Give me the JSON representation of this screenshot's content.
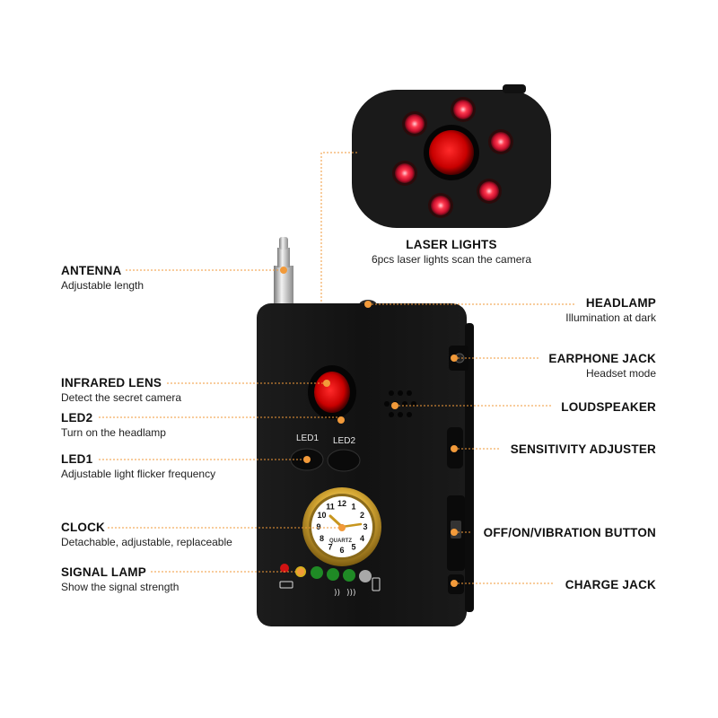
{
  "accent_color": "#f29a3a",
  "device_color": "#161616",
  "callouts": {
    "laser_lights": {
      "title": "LASER LIGHTS",
      "sub": "6pcs laser lights scan the camera"
    },
    "antenna": {
      "title": "ANTENNA",
      "sub": "Adjustable length"
    },
    "infrared_lens": {
      "title": "INFRARED LENS",
      "sub": "Detect the secret camera"
    },
    "led2": {
      "title": "LED2",
      "sub": "Turn on the headlamp"
    },
    "led1": {
      "title": "LED1",
      "sub": "Adjustable light flicker frequency"
    },
    "clock": {
      "title": "CLOCK",
      "sub": "Detachable, adjustable, replaceable"
    },
    "signal_lamp": {
      "title": "SIGNAL LAMP",
      "sub": "Show the signal strength"
    },
    "headlamp": {
      "title": "HEADLAMP",
      "sub": "Illumination at dark"
    },
    "earphone_jack": {
      "title": "EARPHONE JACK",
      "sub": "Headset mode"
    },
    "loudspeaker": {
      "title": "LOUDSPEAKER",
      "sub": ""
    },
    "sensitivity_adjuster": {
      "title": "SENSITIVITY ADJUSTER",
      "sub": ""
    },
    "onoff_button": {
      "title": "OFF/ON/VIBRATION BUTTON",
      "sub": ""
    },
    "charge_jack": {
      "title": "CHARGE JACK",
      "sub": ""
    }
  },
  "device": {
    "button_led1": "LED1",
    "button_led2": "LED2",
    "clock_brand": "QUARTZ",
    "clock_numbers": [
      "12",
      "1",
      "2",
      "3",
      "4",
      "5",
      "6",
      "7",
      "8",
      "9",
      "10",
      "11"
    ]
  },
  "icons": [
    "laser-light-icon",
    "clock-icon",
    "battery-icon",
    "signal-icon",
    "vibration-icon"
  ]
}
